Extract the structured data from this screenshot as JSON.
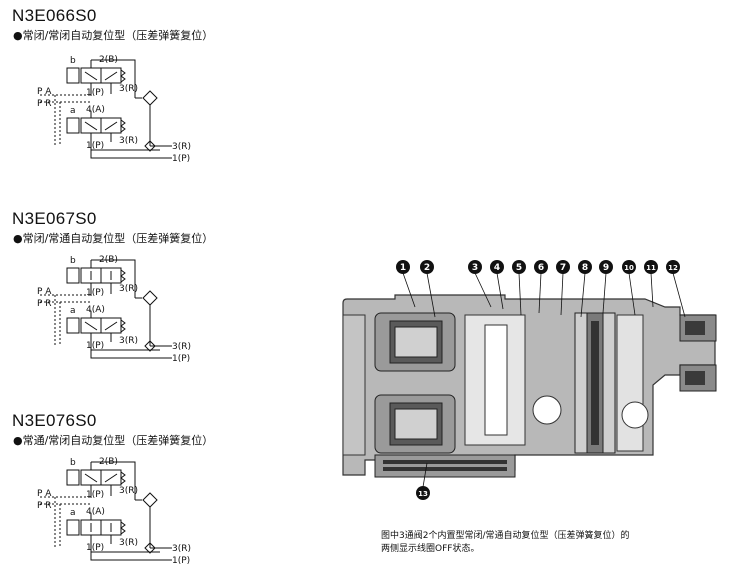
{
  "sections": [
    {
      "title": "N3E066S0",
      "subtitle": "●常闭/常闭自动复位型（压差弹簧复位）"
    },
    {
      "title": "N3E067S0",
      "subtitle": "●常闭/常通自动复位型（压差弹簧复位）"
    },
    {
      "title": "N3E076S0",
      "subtitle": "●常通/常闭自动复位型（压差弹簧复位）"
    }
  ],
  "symbol_labels": {
    "b": "b",
    "a": "a",
    "port_2b": "2(B)",
    "port_4a": "4(A)",
    "port_1p": "1(P)",
    "port_3r": "3(R)",
    "pa": "P A",
    "pr": "P R"
  },
  "callouts": [
    "1",
    "2",
    "3",
    "4",
    "5",
    "6",
    "7",
    "8",
    "9",
    "10",
    "11",
    "12",
    "13"
  ],
  "caption": {
    "line1": "图中3通阀2个内置型常闭/常通自动复位型（压差弹簧复位）的",
    "line2": "两侧显示线圈OFF状态。"
  }
}
